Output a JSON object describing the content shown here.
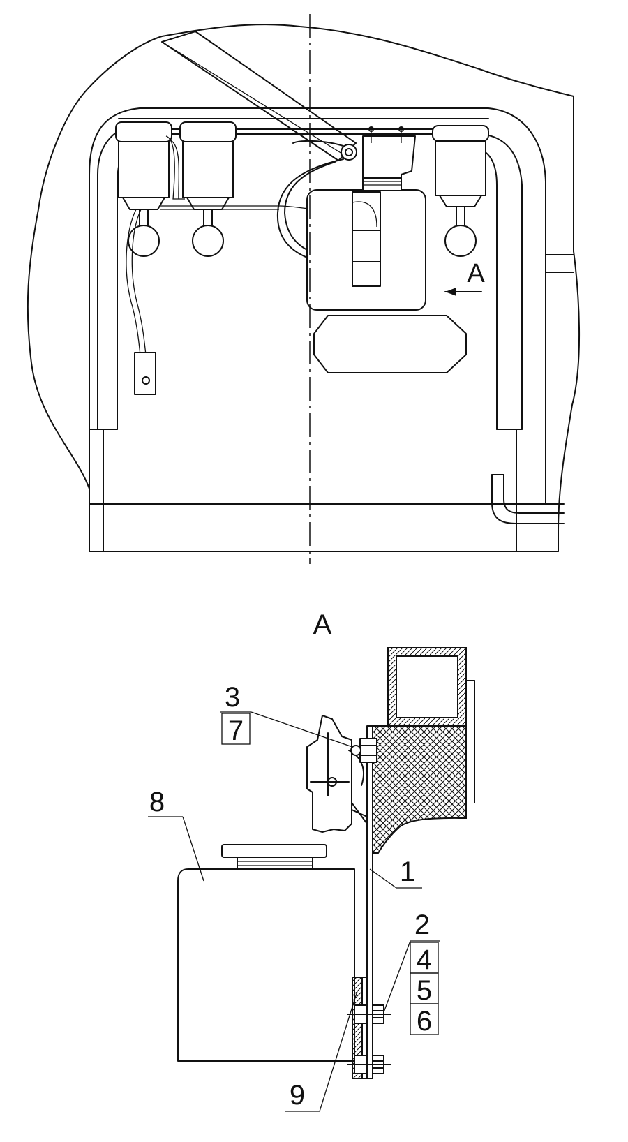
{
  "view_marker": "A",
  "section_title": "A",
  "callouts": {
    "c1": "1",
    "c2": "2",
    "c3": "3",
    "c4": "4",
    "c5": "5",
    "c6": "6",
    "c7": "7",
    "c8": "8",
    "c9": "9"
  }
}
